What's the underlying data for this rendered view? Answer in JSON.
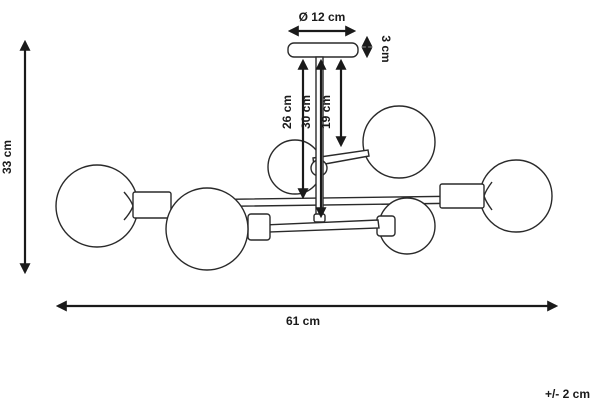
{
  "dimensions": {
    "canopy_diameter": "Ø 12 cm",
    "canopy_height": "3 cm",
    "rod_26": "26 cm",
    "rod_30": "30 cm",
    "rod_19": "19 cm",
    "total_height": "33 cm",
    "total_width": "61 cm",
    "tolerance": "+/- 2 cm"
  },
  "colors": {
    "line": "#1a1a1a",
    "background": "#ffffff"
  },
  "icons": [
    "arrow-head-icon"
  ]
}
